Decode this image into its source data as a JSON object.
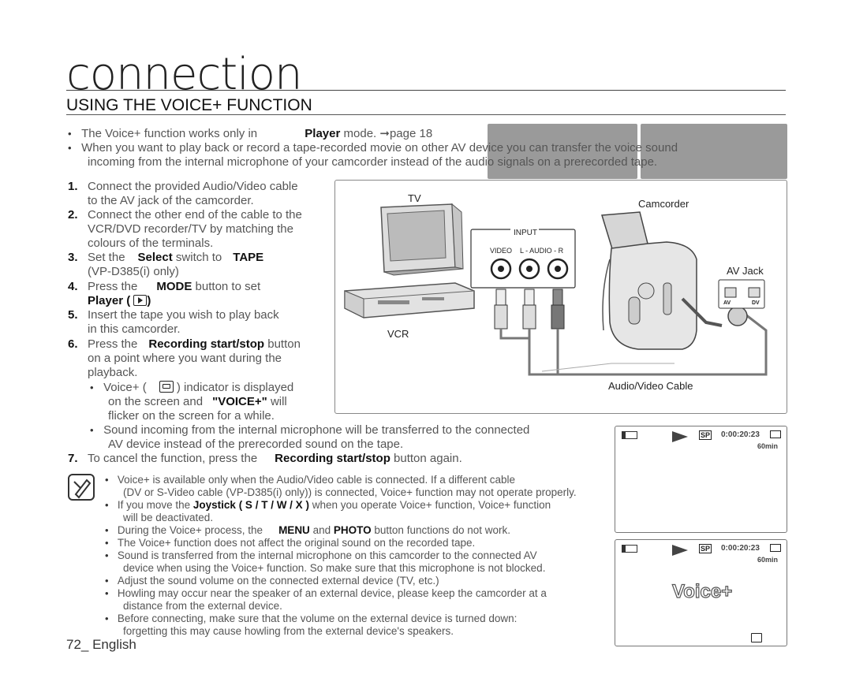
{
  "page": {
    "chapter_title": "connection",
    "section_title": "USING THE VOICE+ FUNCTION",
    "footer": "72_ English"
  },
  "intro": [
    {
      "pre": "The Voice+ function works only in",
      "bold": "Player",
      "post": "mode. ➞page 18"
    },
    {
      "line1": "When you want to play back or record a tape-recorded movie on other AV device you can transfer the voice sound",
      "line2": "incoming from the internal microphone of your camcorder instead of the audio signals on a prerecorded tape."
    }
  ],
  "steps": [
    {
      "num": "1.",
      "lines": [
        "Connect the provided Audio/Video cable",
        "to the AV jack of the camcorder."
      ]
    },
    {
      "num": "2.",
      "lines": [
        "Connect the other end of the cable to the",
        "VCR/DVD recorder/TV by matching the",
        "colours of the terminals."
      ]
    },
    {
      "num": "3.",
      "pre": "Set the",
      "bold": "Select",
      "mid": "switch to",
      "bold2": "TAPE",
      "line2": "(VP-D385(i) only)"
    },
    {
      "num": "4.",
      "pre": "Press the",
      "bold": "MODE",
      "post": "button to set",
      "line2_bold": "Player ("
    },
    {
      "num": "5.",
      "lines": [
        "Insert the tape you wish to play back",
        "in this camcorder."
      ]
    },
    {
      "num": "6.",
      "pre": "Press the",
      "bold": "Recording start/stop",
      "post": "button",
      "lines": [
        "on a point where you want during the",
        "playback."
      ]
    },
    {
      "num": "7.",
      "pre": "To cancel the function, press the",
      "bold": "Recording start/stop",
      "post": "button again."
    }
  ],
  "step6_bullets": [
    {
      "pre": "Voice+ (",
      "post": ") indicator is displayed",
      "line2_pre": "on the screen and",
      "line2_bold": "\"VOICE+\"",
      "line2_post": "will",
      "line3": "flicker on the screen for a while."
    },
    {
      "line1": "Sound incoming from the internal microphone will be transferred to the connected",
      "line2": "AV device instead of the prerecorded sound on the tape."
    }
  ],
  "notes": [
    {
      "line1": "Voice+ is available only when the Audio/Video cable is connected. If a different cable",
      "line2": "(DV or S-Video cable (VP-D385(i) only)) is connected, Voice+ function may not operate properly."
    },
    {
      "pre": "If you move the",
      "bold": "Joystick ( S / T / W / X )",
      "post": "when you operate Voice+ function, Voice+ function",
      "line2": "will be deactivated."
    },
    {
      "pre": "During the Voice+ process, the",
      "bold": "MENU",
      "mid": "and",
      "bold2": "PHOTO",
      "post": "button functions do not work."
    },
    {
      "line1": "The Voice+ function does not affect the original sound on the recorded tape."
    },
    {
      "line1": "Sound is transferred from the internal microphone on this camcorder to the connected AV",
      "line2": "device when using the Voice+ function. So make sure that this microphone is not blocked."
    },
    {
      "line1": "Adjust the sound volume on the connected external device (TV, etc.)"
    },
    {
      "line1": "Howling may occur near the speaker of an external device, please keep the camcorder at a",
      "line2": "distance from the external device."
    },
    {
      "line1": "Before connecting, make sure that the volume on the external device is turned down:",
      "line2": "forgetting this may cause howling from the external device's speakers."
    }
  ],
  "diagram": {
    "tv_label": "TV",
    "vcr_label": "VCR",
    "input_label": "INPUT",
    "video_label": "VIDEO",
    "audio_label": "L - AUDIO - R",
    "camcorder_label": "Camcorder",
    "av_jack_label": "AV Jack",
    "cable_label": "Audio/Video Cable",
    "port_av": "AV",
    "port_dv": "DV"
  },
  "screen1": {
    "sp": "SP",
    "timecode": "0:00:20:23",
    "remaining": "60min"
  },
  "screen2": {
    "sp": "SP",
    "timecode": "0:00:20:23",
    "remaining": "60min",
    "voice": "Voice+"
  }
}
